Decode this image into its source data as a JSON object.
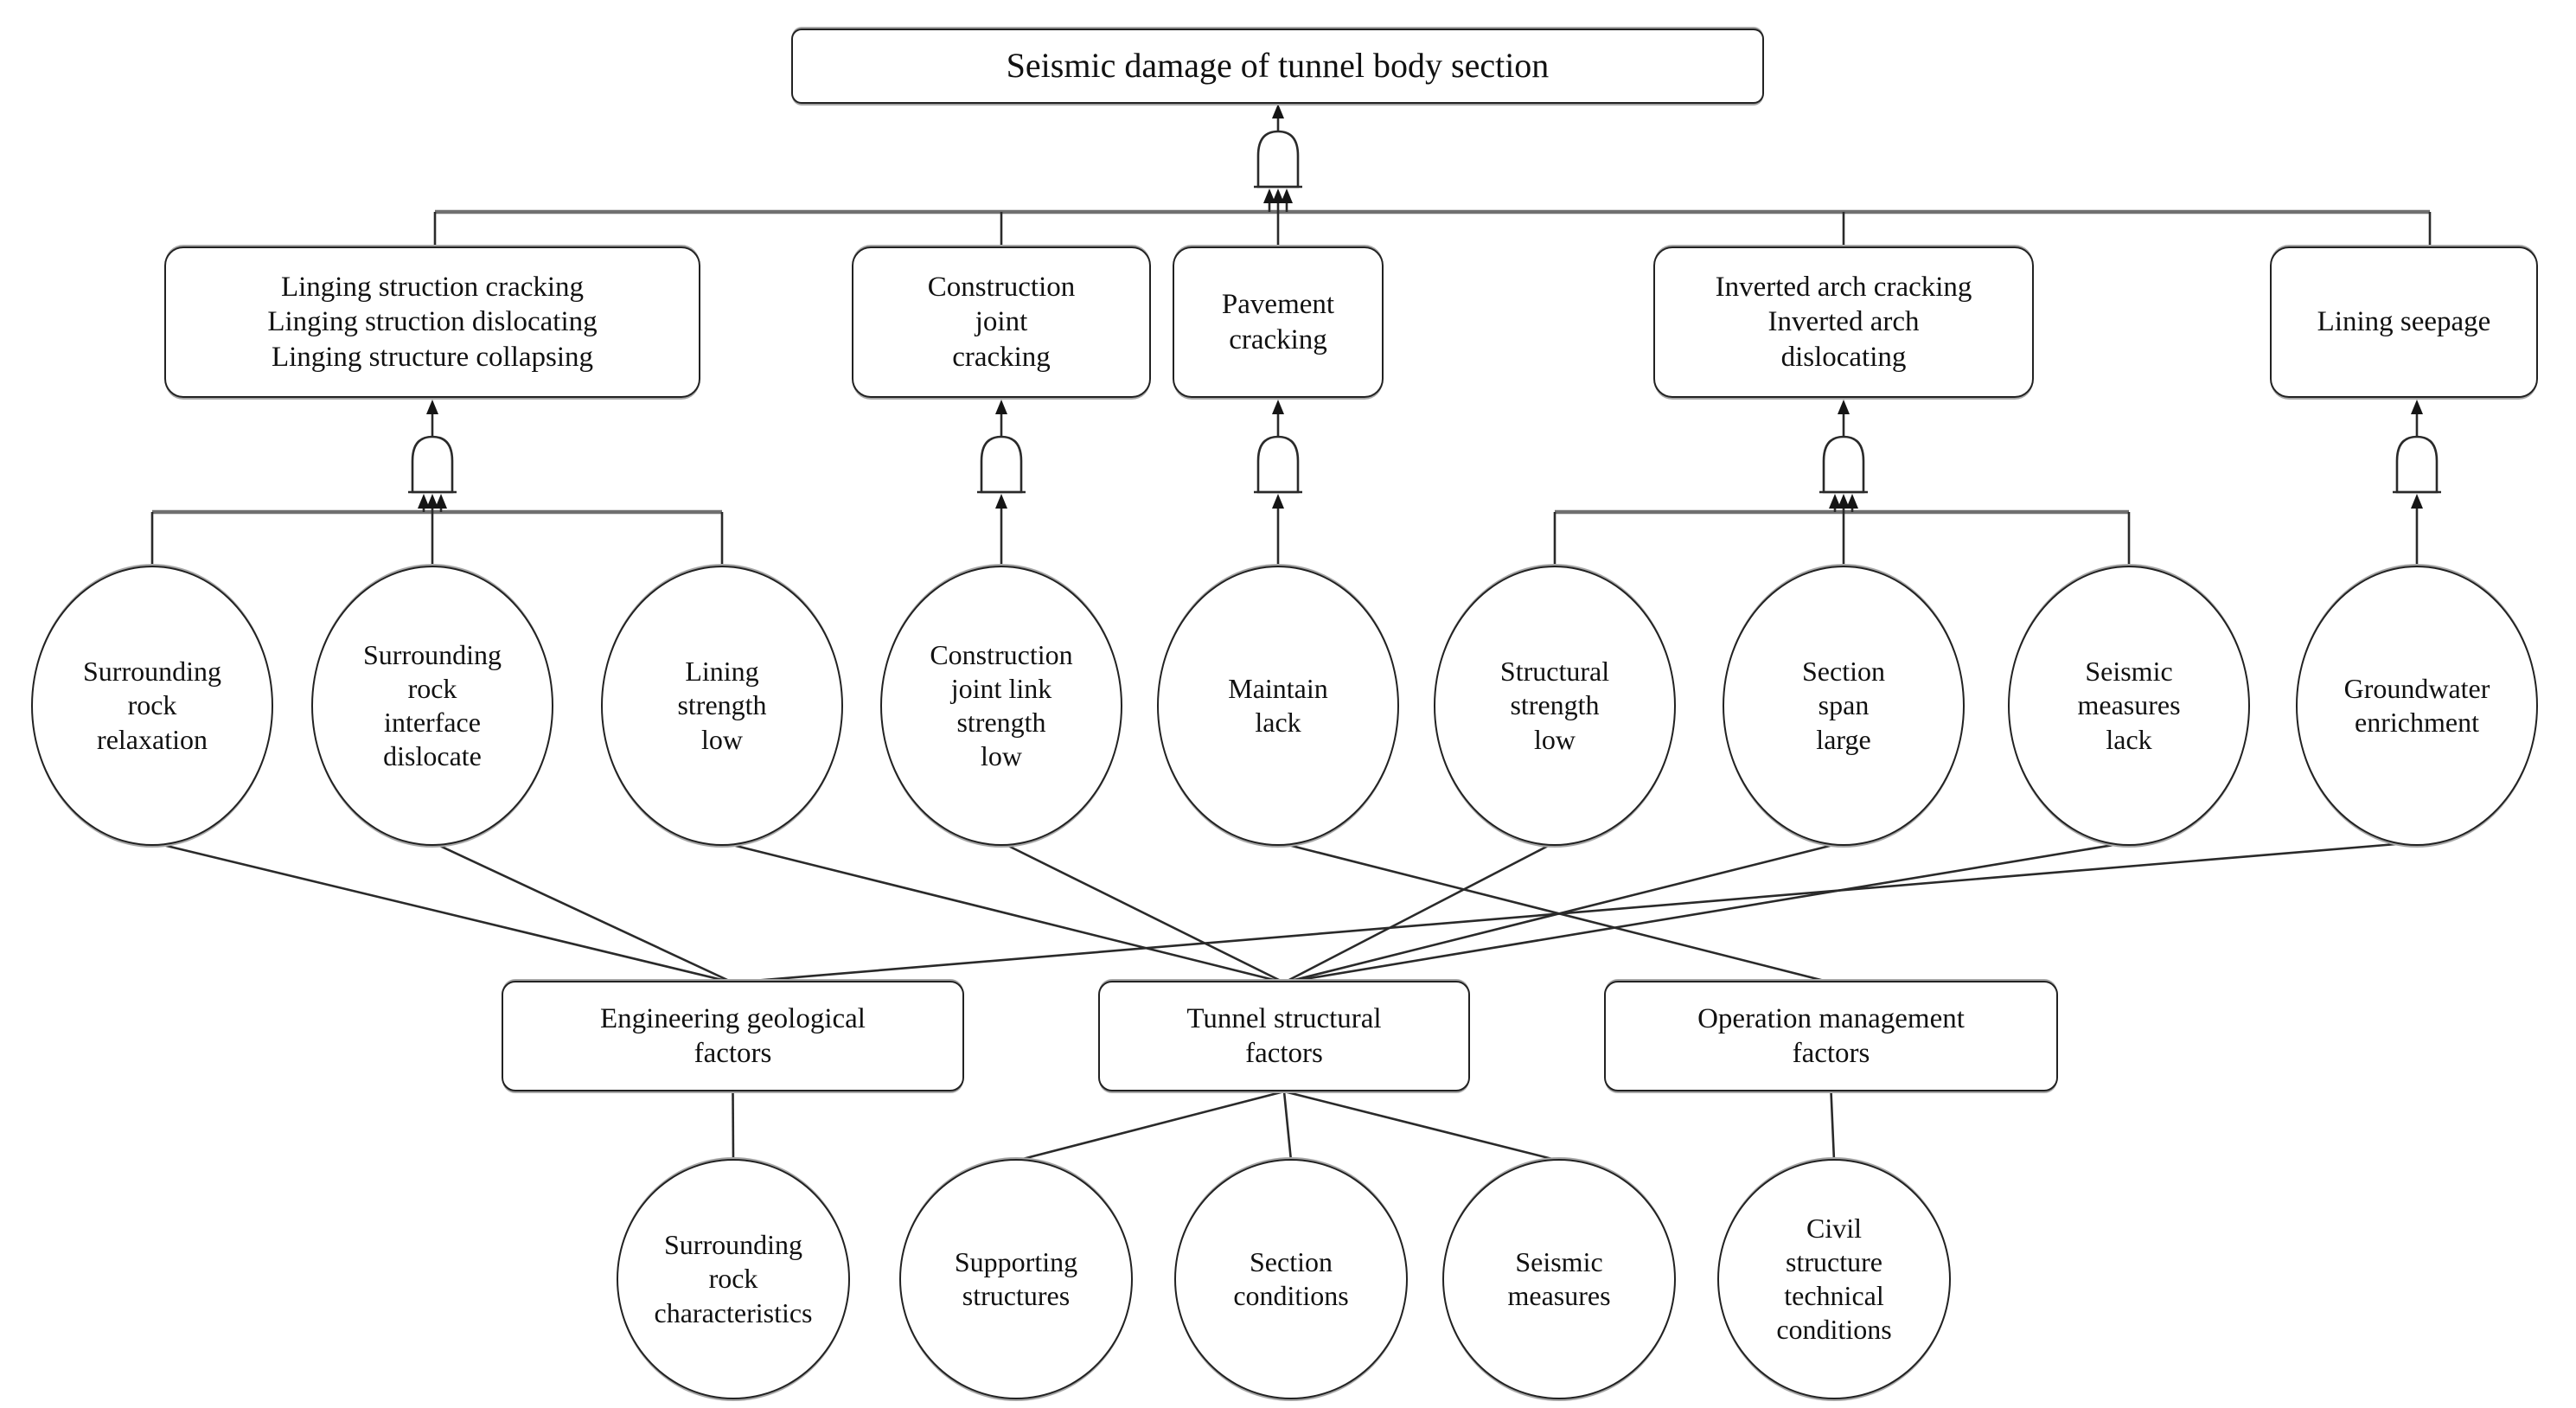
{
  "figure": {
    "title": "Seismic damage of tunnel body section",
    "type": "fault-tree-diagram",
    "colors": {
      "background": "#ffffff",
      "stroke": "#2a2a2a",
      "bus_stroke": "#707070",
      "shadow": "#a6a6a6",
      "text": "#111111"
    }
  },
  "nodes": [
    {
      "id": "title",
      "shape": "rect",
      "label": "Seismic damage of tunnel body section"
    },
    {
      "id": "b1",
      "shape": "rect",
      "label": "Linging struction cracking\nLinging struction dislocating\nLinging structure collapsing"
    },
    {
      "id": "b2",
      "shape": "rect",
      "label": "Construction\njoint\ncracking"
    },
    {
      "id": "b3",
      "shape": "rect",
      "label": "Pavement\ncracking"
    },
    {
      "id": "b4",
      "shape": "rect",
      "label": "Inverted arch cracking\nInverted arch\ndislocating"
    },
    {
      "id": "b5",
      "shape": "rect",
      "label": "Lining seepage"
    },
    {
      "id": "e1",
      "shape": "ellipse",
      "label": "Surrounding\nrock\nrelaxation"
    },
    {
      "id": "e2",
      "shape": "ellipse",
      "label": "Surrounding\nrock\ninterface\ndislocate"
    },
    {
      "id": "e3",
      "shape": "ellipse",
      "label": "Lining\nstrength\nlow"
    },
    {
      "id": "e4",
      "shape": "ellipse",
      "label": "Construction\njoint link\nstrength\nlow"
    },
    {
      "id": "e5",
      "shape": "ellipse",
      "label": "Maintain\nlack"
    },
    {
      "id": "e6",
      "shape": "ellipse",
      "label": "Structural\nstrength\nlow"
    },
    {
      "id": "e7",
      "shape": "ellipse",
      "label": "Section\nspan\nlarge"
    },
    {
      "id": "e8",
      "shape": "ellipse",
      "label": "Seismic\nmeasures\nlack"
    },
    {
      "id": "e9",
      "shape": "ellipse",
      "label": "Groundwater\nenrichment"
    },
    {
      "id": "f1",
      "shape": "rect",
      "label": "Engineering geological\nfactors"
    },
    {
      "id": "f2",
      "shape": "rect",
      "label": "Tunnel structural\nfactors"
    },
    {
      "id": "f3",
      "shape": "rect",
      "label": "Operation management\nfactors"
    },
    {
      "id": "g1",
      "shape": "ellipse",
      "label": "Surrounding\nrock\ncharacteristics"
    },
    {
      "id": "g2",
      "shape": "ellipse",
      "label": "Supporting\nstructures"
    },
    {
      "id": "g3",
      "shape": "ellipse",
      "label": "Section\nconditions"
    },
    {
      "id": "g4",
      "shape": "ellipse",
      "label": "Seismic\nmeasures"
    },
    {
      "id": "g5",
      "shape": "ellipse",
      "label": "Civil\nstructure\ntechnical\nconditions"
    }
  ],
  "gates": [
    {
      "id": "gate-main",
      "icon": "and-gate-icon",
      "output": "title",
      "inputs": [
        "b1",
        "b2",
        "b3",
        "b4",
        "b5"
      ]
    },
    {
      "id": "gate-b1",
      "icon": "and-gate-icon",
      "output": "b1",
      "inputs": [
        "e1",
        "e2",
        "e3"
      ]
    },
    {
      "id": "gate-b2",
      "icon": "and-gate-icon",
      "output": "b2",
      "inputs": [
        "e4"
      ]
    },
    {
      "id": "gate-b3",
      "icon": "and-gate-icon",
      "output": "b3",
      "inputs": [
        "e5"
      ]
    },
    {
      "id": "gate-b4",
      "icon": "and-gate-icon",
      "output": "b4",
      "inputs": [
        "e6",
        "e7",
        "e8"
      ]
    },
    {
      "id": "gate-b5",
      "icon": "and-gate-icon",
      "output": "b5",
      "inputs": [
        "e9"
      ]
    }
  ],
  "links": [
    [
      "e1",
      "f1"
    ],
    [
      "e2",
      "f1"
    ],
    [
      "e9",
      "f1"
    ],
    [
      "e3",
      "f2"
    ],
    [
      "e4",
      "f2"
    ],
    [
      "e6",
      "f2"
    ],
    [
      "e7",
      "f2"
    ],
    [
      "e8",
      "f2"
    ],
    [
      "e5",
      "f3"
    ],
    [
      "f1",
      "g1"
    ],
    [
      "f2",
      "g2"
    ],
    [
      "f2",
      "g3"
    ],
    [
      "f2",
      "g4"
    ],
    [
      "f3",
      "g5"
    ]
  ]
}
